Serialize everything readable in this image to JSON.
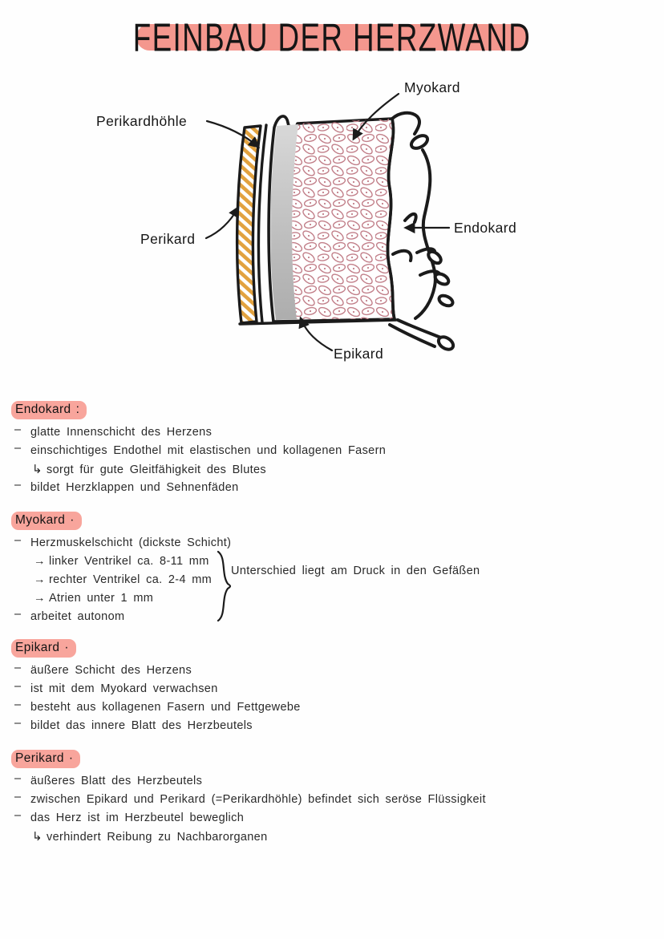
{
  "title": "FEINBAU DER HERZWAND",
  "colors": {
    "title_highlight": "#f4978e",
    "section_highlight": "#f8a59c",
    "ink": "#1b1b1b",
    "pericard_orange": "#e2a23f",
    "epicard_gray": "#c4c4c4",
    "myocard_cell": "#c2808a",
    "background": "#fefefe"
  },
  "diagram": {
    "labels": {
      "myokard": "Myokard",
      "perikardhoehle": "Perikardhöhle",
      "perikard": "Perikard",
      "endokard": "Endokard",
      "epikard": "Epikard"
    }
  },
  "glyphs": {
    "dash": "–",
    "arrow": "→",
    "hook": "↳"
  },
  "sections": [
    {
      "heading": "Endokard",
      "suffix": ":",
      "items": [
        {
          "text": "glatte Innenschicht des Herzens"
        },
        {
          "text": "einschichtiges Endothel mit elastischen und kollagenen Fasern"
        },
        {
          "text": "sorgt für gute Gleitfähigkeit des Blutes"
        },
        {
          "text": "bildet Herzklappen und Sehnenfäden"
        }
      ]
    },
    {
      "heading": "Myokard",
      "suffix": "·",
      "items": [
        {
          "text": "Herzmuskelschicht (dickste Schicht)"
        },
        {
          "text": "linker Ventrikel ca. 8-11 mm"
        },
        {
          "text": "rechter Ventrikel ca. 2-4 mm"
        },
        {
          "text": "Atrien unter 1 mm"
        },
        {
          "text": "arbeitet autonom"
        }
      ],
      "brace_note": "Unterschied liegt am Druck in den Gefäßen"
    },
    {
      "heading": "Epikard",
      "suffix": "·",
      "items": [
        {
          "text": "äußere Schicht des Herzens"
        },
        {
          "text": "ist mit dem Myokard verwachsen"
        },
        {
          "text": "besteht aus kollagenen Fasern und Fettgewebe"
        },
        {
          "text": "bildet das innere Blatt des Herzbeutels"
        }
      ]
    },
    {
      "heading": "Perikard",
      "suffix": "·",
      "items": [
        {
          "text": "äußeres Blatt des Herzbeutels"
        },
        {
          "text": "zwischen Epikard und Perikard (=Perikardhöhle) befindet sich seröse Flüssigkeit"
        },
        {
          "text": "das Herz ist im Herzbeutel beweglich"
        },
        {
          "text": "verhindert Reibung zu Nachbarorganen"
        }
      ]
    }
  ]
}
